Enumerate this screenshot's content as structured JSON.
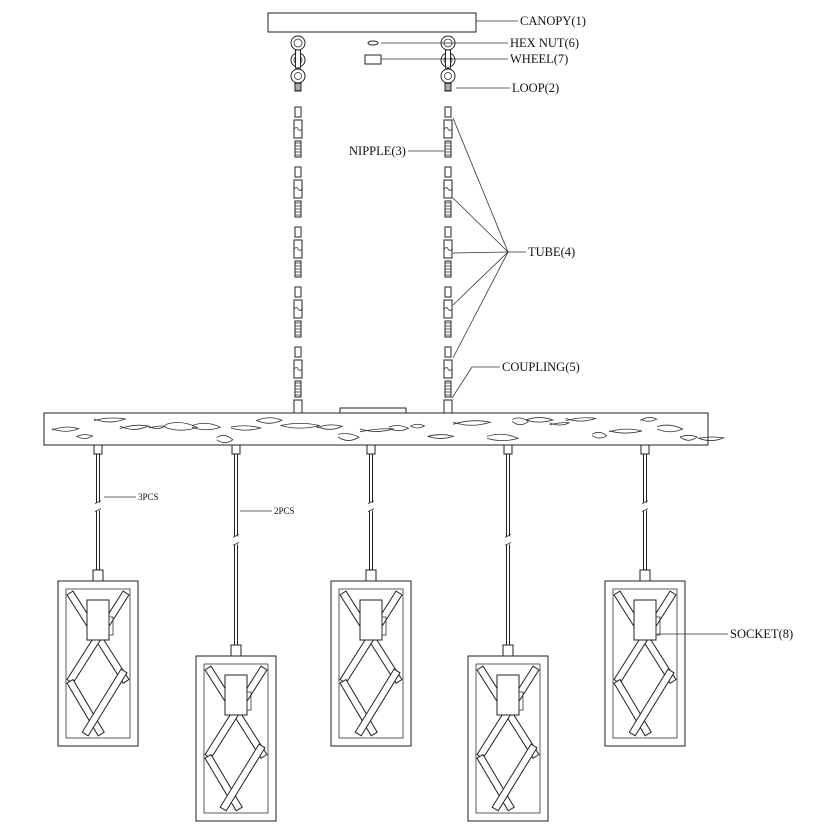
{
  "labels": {
    "canopy": "CANOPY(1)",
    "hex_nut": "HEX NUT(6)",
    "wheel": "WHEEL(7)",
    "loop": "LOOP(2)",
    "nipple": "NIPPLE(3)",
    "tube": "TUBE(4)",
    "coupling": "COUPLING(5)",
    "socket": "SOCKET(8)"
  },
  "quantities": {
    "left_cord": "3PCS",
    "second_cord": "2PCS"
  },
  "pendants": {
    "count": 5
  },
  "tubes_per_side": 5
}
